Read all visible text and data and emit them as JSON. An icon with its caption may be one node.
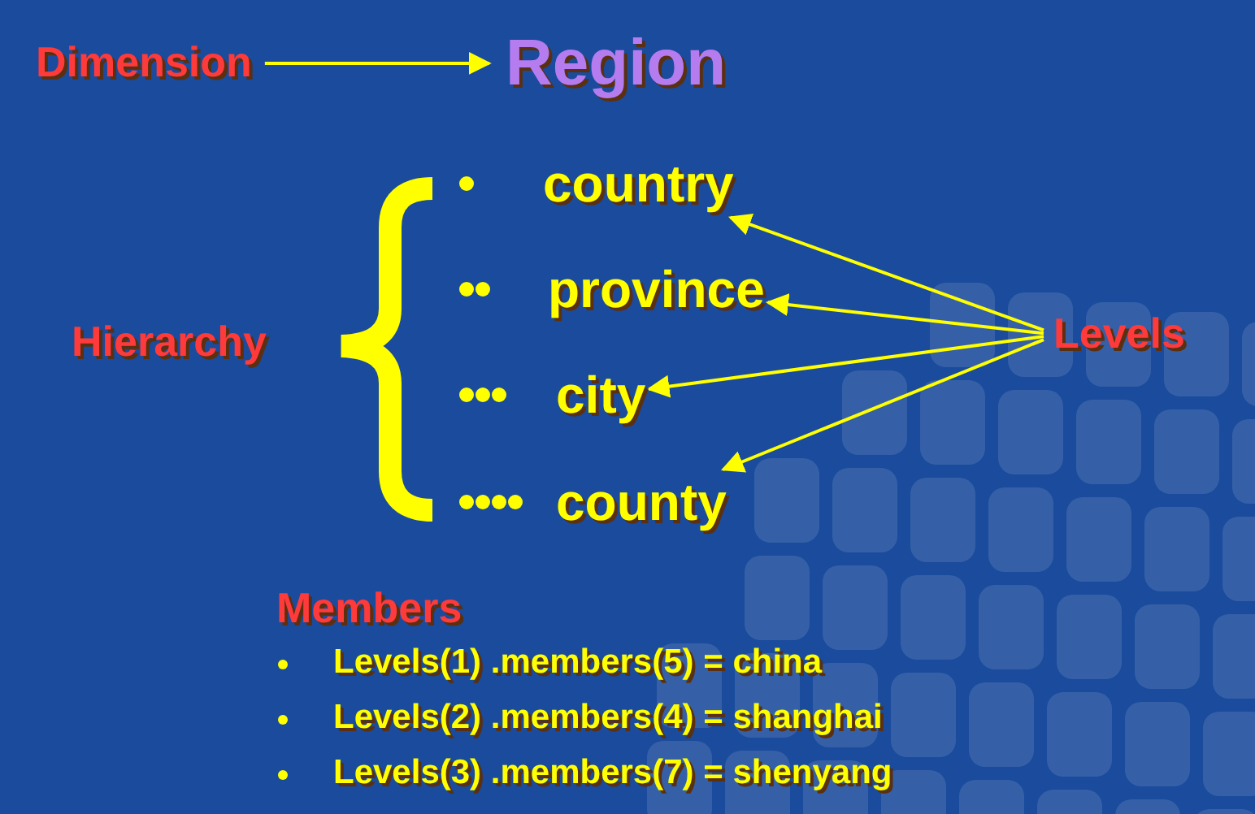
{
  "diagram": {
    "nodes": [
      {
        "text": [
          "Dimension"
        ]
      },
      {
        "text": [
          "Region"
        ]
      },
      {
        "text": [
          "Hierarchy"
        ]
      },
      {
        "text": [
          "country"
        ]
      },
      {
        "text": [
          "province"
        ]
      },
      {
        "text": [
          "city"
        ]
      },
      {
        "text": [
          "county"
        ]
      },
      {
        "text": [
          "Levels"
        ]
      }
    ],
    "edges": [
      {
        "from": 0,
        "to": 1,
        "arrow": "to"
      },
      {
        "from": 7,
        "to": 3,
        "arrow": "to"
      },
      {
        "from": 7,
        "to": 4,
        "arrow": "to"
      },
      {
        "from": 7,
        "to": 5,
        "arrow": "to"
      },
      {
        "from": 7,
        "to": 6,
        "arrow": "to"
      }
    ],
    "labels": [
      "Members",
      "Levels(1) .members(5) = china",
      "Levels(2) .members(4) = shanghai",
      "Levels(3) .members(7) = shenyang"
    ]
  }
}
